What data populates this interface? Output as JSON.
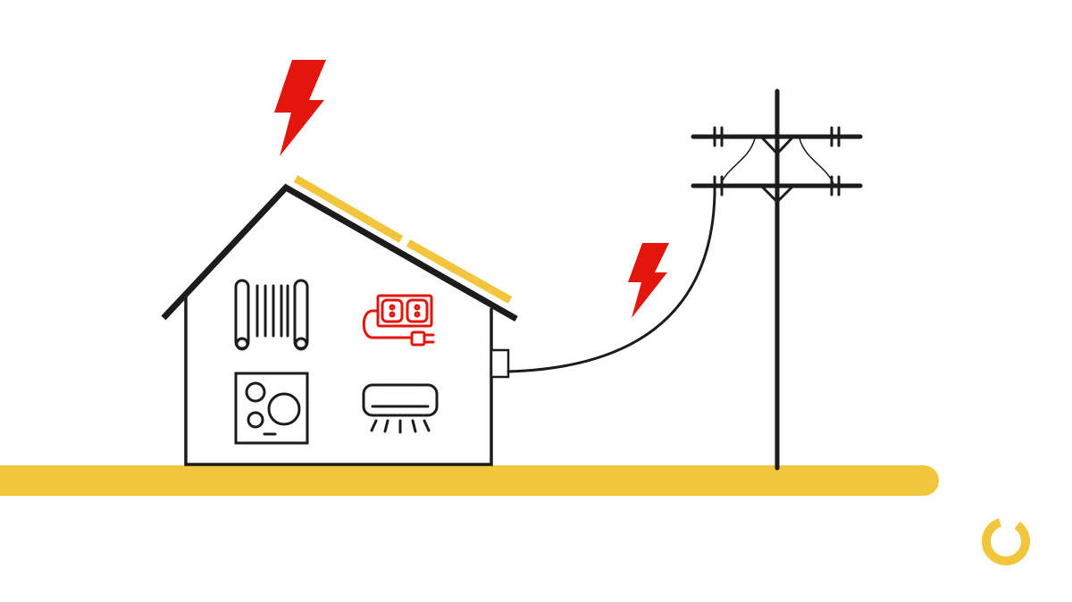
{
  "colors": {
    "background": "#ffffff",
    "ink": "#1c1c1c",
    "accent_red": "#e2160c",
    "accent_yellow": "#f1c63c"
  },
  "icons": {
    "lightning_roof": "lightning-bolt",
    "lightning_line": "lightning-bolt",
    "solar_panels": "solar-panel",
    "radiator": "radiator",
    "power_strip": "power-strip",
    "plug": "electric-plug",
    "cooktop": "electric-cooktop",
    "air_conditioner": "air-conditioner",
    "meter": "electric-meter-box",
    "utility_pole": "utility-pole",
    "loading": "loading-ring"
  }
}
